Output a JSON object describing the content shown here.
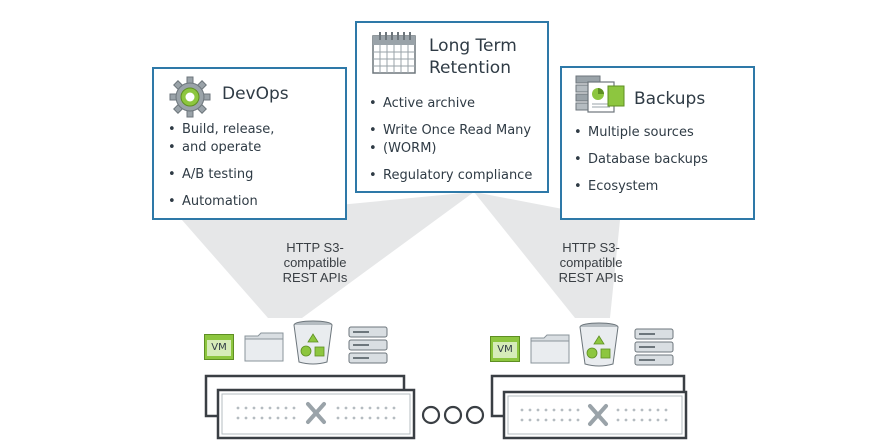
{
  "cards": {
    "devops": {
      "title": "DevOps",
      "icon": "gear-icon",
      "bullets": [
        "Build, release,",
        "and operate",
        "A/B testing",
        "Automation"
      ]
    },
    "retention": {
      "title_line1": "Long Term",
      "title_line2": "Retention",
      "icon": "calendar-icon",
      "bullets": [
        "Active archive",
        "Write Once Read Many",
        "(WORM)",
        "Regulatory compliance"
      ]
    },
    "backups": {
      "title": "Backups",
      "icon": "database-chart-icon",
      "bullets": [
        "Multiple sources",
        "Database backups",
        "Ecosystem"
      ]
    }
  },
  "api_labels": {
    "left": [
      "HTTP S3-",
      "compatible",
      "REST APIs"
    ],
    "right": [
      "HTTP S3-",
      "compatible",
      "REST APIs"
    ]
  },
  "cluster_icons": {
    "vm_label": "VM",
    "items": [
      "vm-icon",
      "folder-icon",
      "bucket-icon",
      "server-stack-icon"
    ]
  },
  "nodes": {
    "logo_glyph": "X",
    "ellipsis_count": 3
  },
  "colors": {
    "border": "#2e79a8",
    "accent_green": "#8dc63f",
    "funnel": "#e6e7e8",
    "text": "#2f3b45"
  }
}
